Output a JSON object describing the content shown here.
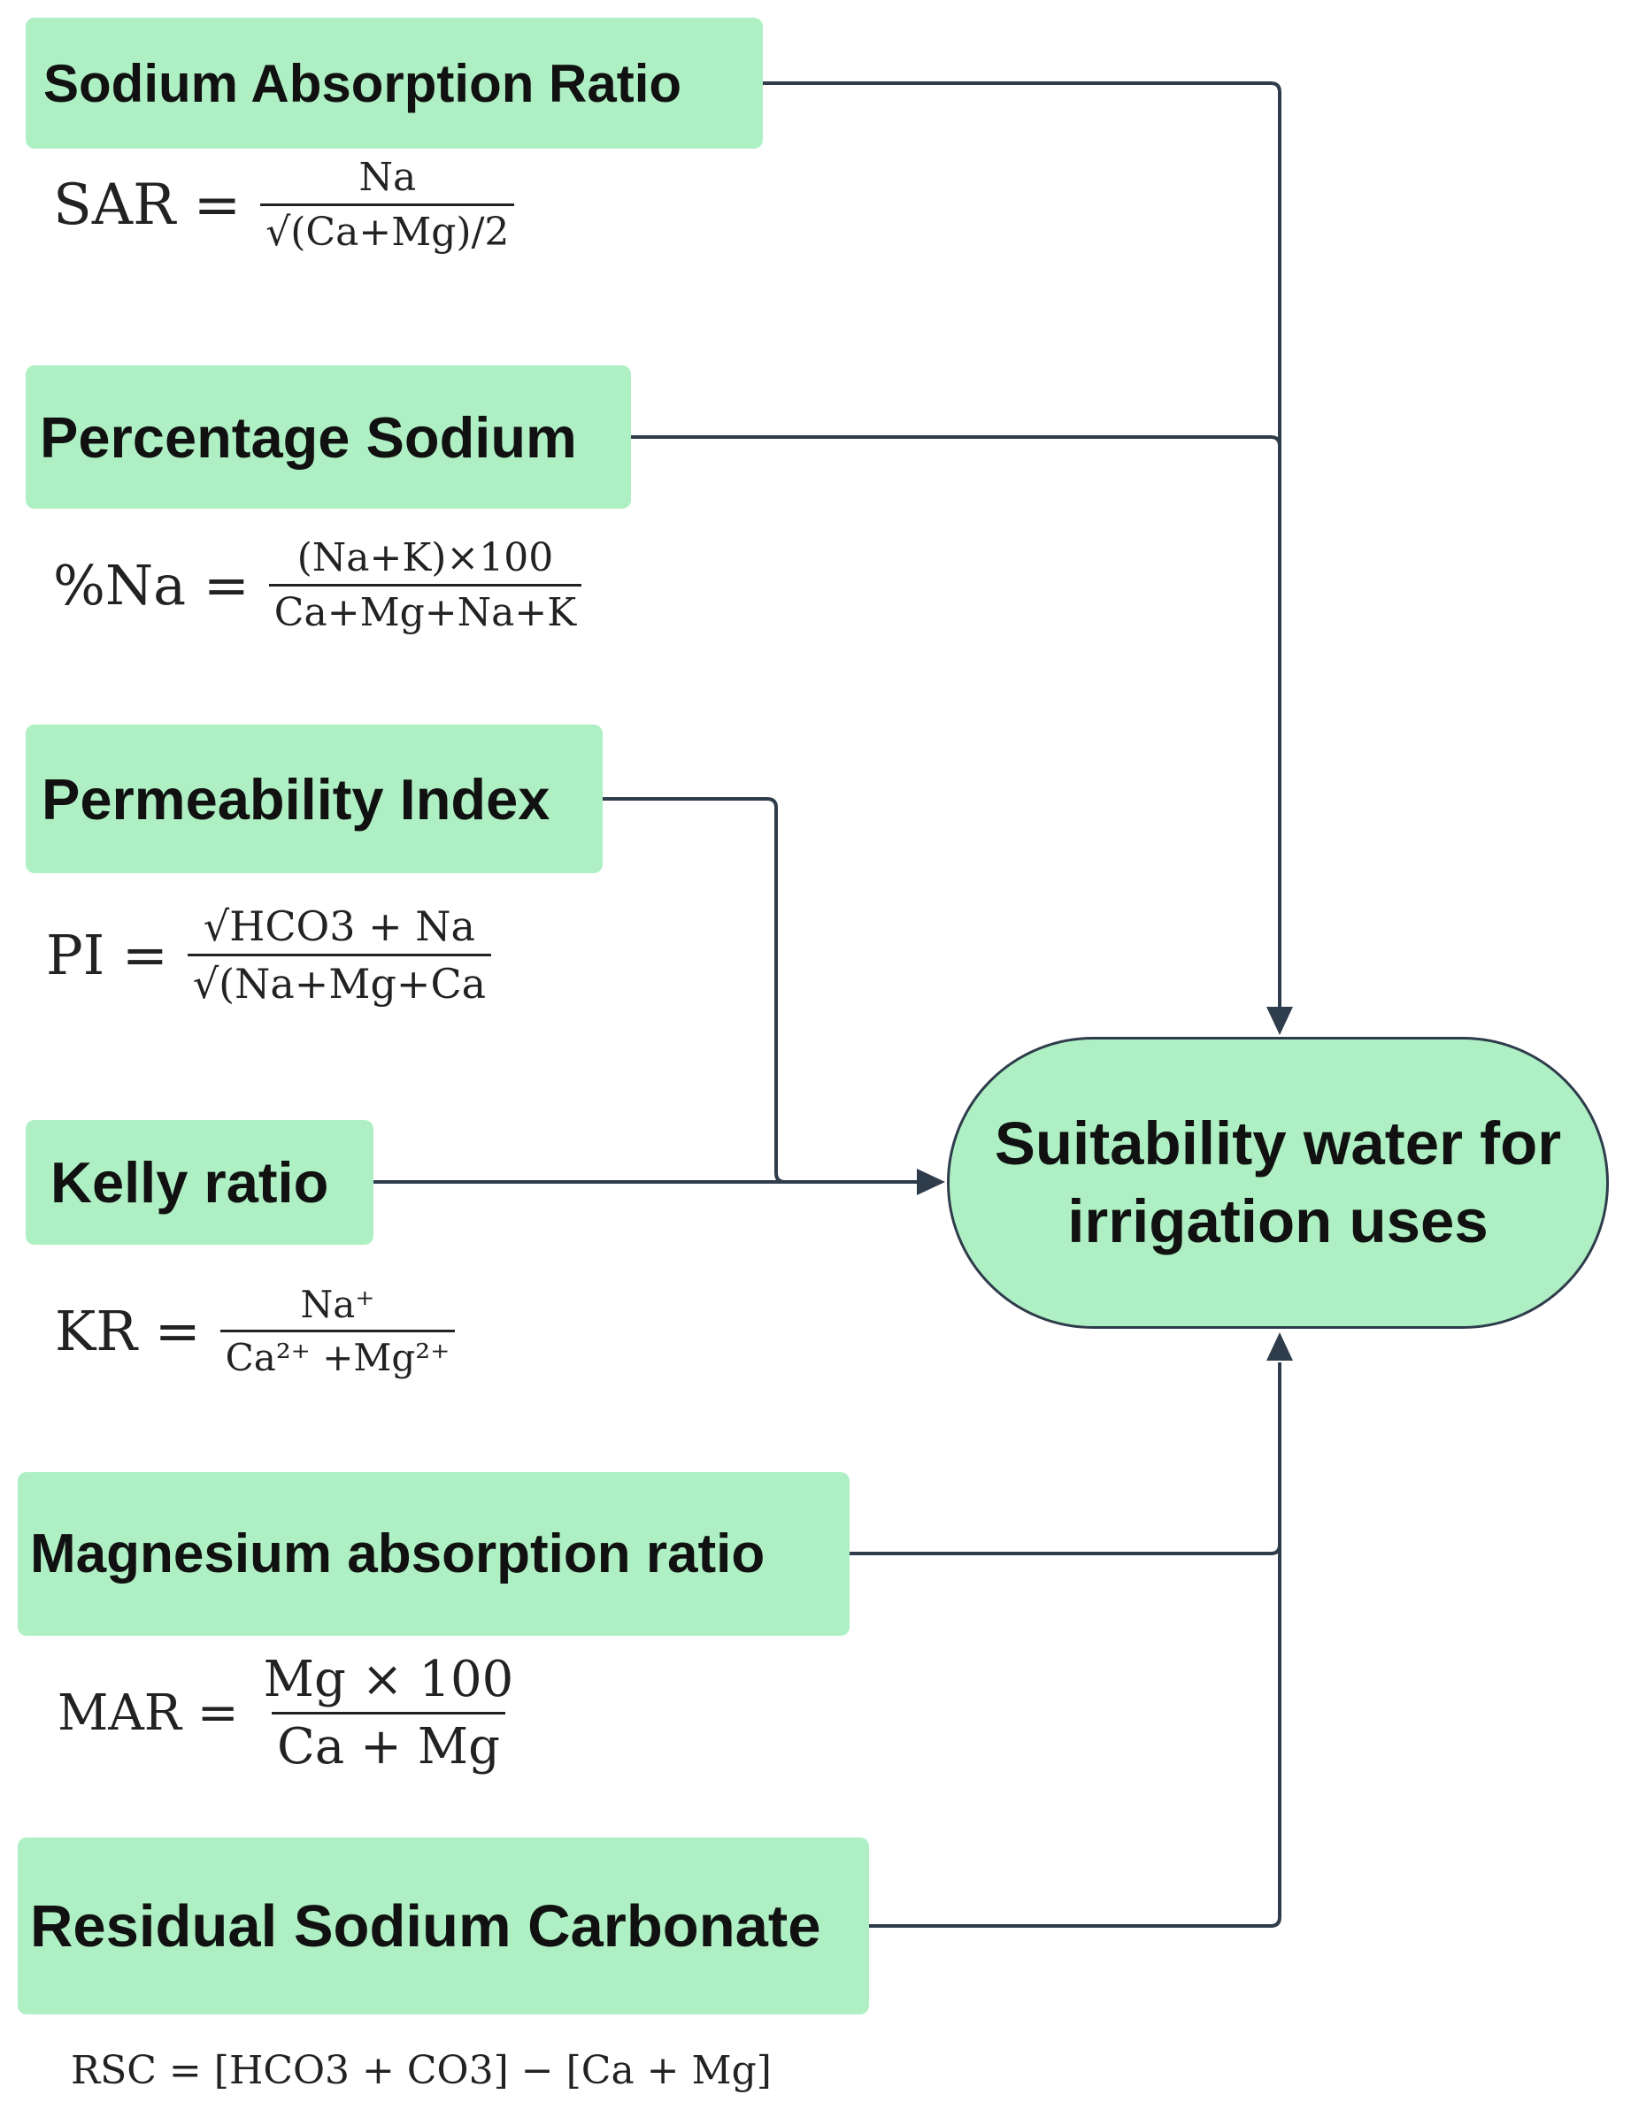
{
  "colors": {
    "box_fill": "#aef0c3",
    "connector": "#2f3c4c",
    "text": "#111111"
  },
  "boxes": {
    "sar": "Sodium Absorption Ratio",
    "percentage_sodium": "Percentage Sodium",
    "permeability_index": "Permeability Index",
    "kelly_ratio": "Kelly ratio",
    "magnesium_ratio": "Magnesium absorption ratio",
    "rsc": "Residual Sodium Carbonate"
  },
  "target": {
    "line1": "Suitability water for",
    "line2": "irrigation uses"
  },
  "formulas": {
    "sar": {
      "lhs": "SAR =",
      "num": "Na",
      "den": "√(Ca+Mg)/2"
    },
    "pna": {
      "lhs": "%Na =",
      "num": "(Na+K)×100",
      "den": "Ca+Mg+Na+K"
    },
    "pi": {
      "lhs": "PI =",
      "num": "√HCO3 + Na",
      "den": "√(Na+Mg+Ca"
    },
    "kr": {
      "lhs": "KR =",
      "num": "Na⁺",
      "den": "Ca²⁺ +Mg²⁺"
    },
    "mar": {
      "lhs": "MAR =",
      "num": "Mg  × 100",
      "den": "Ca + Mg"
    },
    "rsc": {
      "text": "RSC = [HCO3 + CO3] − [Ca + Mg]"
    }
  }
}
